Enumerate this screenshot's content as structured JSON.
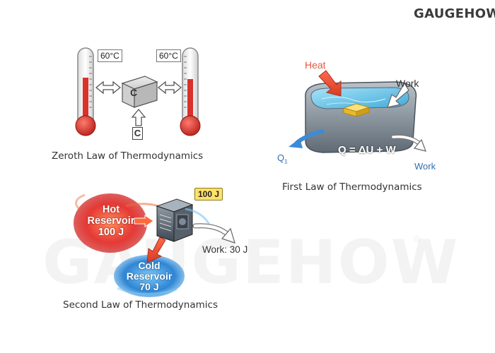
{
  "brand": {
    "logo_text": "GAUGEHOW",
    "watermark_text": "GAUGEHOW",
    "registered_mark": "®"
  },
  "zeroth_law": {
    "caption": "Zeroth Law of Thermodynamics",
    "thermometer_left_label": "60°C",
    "thermometer_right_label": "60°C",
    "system_c_label": "C",
    "system_c_small_label": "C"
  },
  "first_law": {
    "caption": "First Law of Thermodynamics",
    "heat_label": "Heat",
    "work_in_label": "Work",
    "work_out_label": "Work",
    "q1_label": "Q",
    "q1_subscript": "1",
    "equation": "Q = ΔU + W"
  },
  "second_law": {
    "caption": "Second Law of Thermodynamics",
    "hot_reservoir": {
      "line1": "Hot",
      "line2": "Reservoir",
      "line3": "100 J"
    },
    "cold_reservoir": {
      "line1": "Cold",
      "line2": "Reservoir",
      "line3": "70 J"
    },
    "input_tag": "100 J",
    "work_label": "Work: 30 J"
  },
  "colors": {
    "hot_red": "#e53935",
    "cold_blue": "#3f8fd8",
    "heat_arrow": "#e8573f",
    "q_arrow": "#3d8bd6",
    "tag_yellow": "#ffe16a",
    "mercury": "#d9312b",
    "water": "#7fd0f0",
    "metal": "#7f8a95"
  }
}
